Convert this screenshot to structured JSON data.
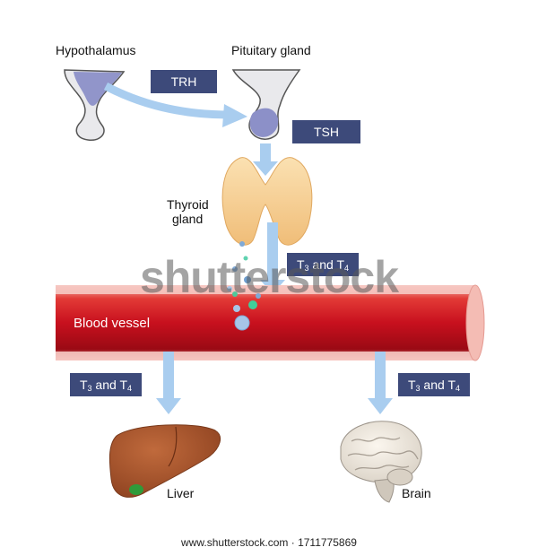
{
  "labels": {
    "hypothalamus": "Hypothalamus",
    "pituitary": "Pituitary gland",
    "thyroid_line1": "Thyroid",
    "thyroid_line2": "gland",
    "blood_vessel": "Blood vessel",
    "liver": "Liver",
    "brain": "Brain"
  },
  "hormones": {
    "trh": "TRH",
    "tsh": "TSH",
    "t3": "T",
    "t3_sub": "3",
    "and": " and ",
    "t4": "T",
    "t4_sub": "4"
  },
  "watermark": "shutterstock",
  "footer": "www.shutterstock.com · 1711775869",
  "colors": {
    "box": "#3d4a7a",
    "arrow": "#a9cdef",
    "vessel": "#c8101e",
    "vessel_wall": "#f6c9c3",
    "gland_fill": "#8c90c8",
    "thyroid": "#f5c98a",
    "liver": "#a5552e"
  }
}
